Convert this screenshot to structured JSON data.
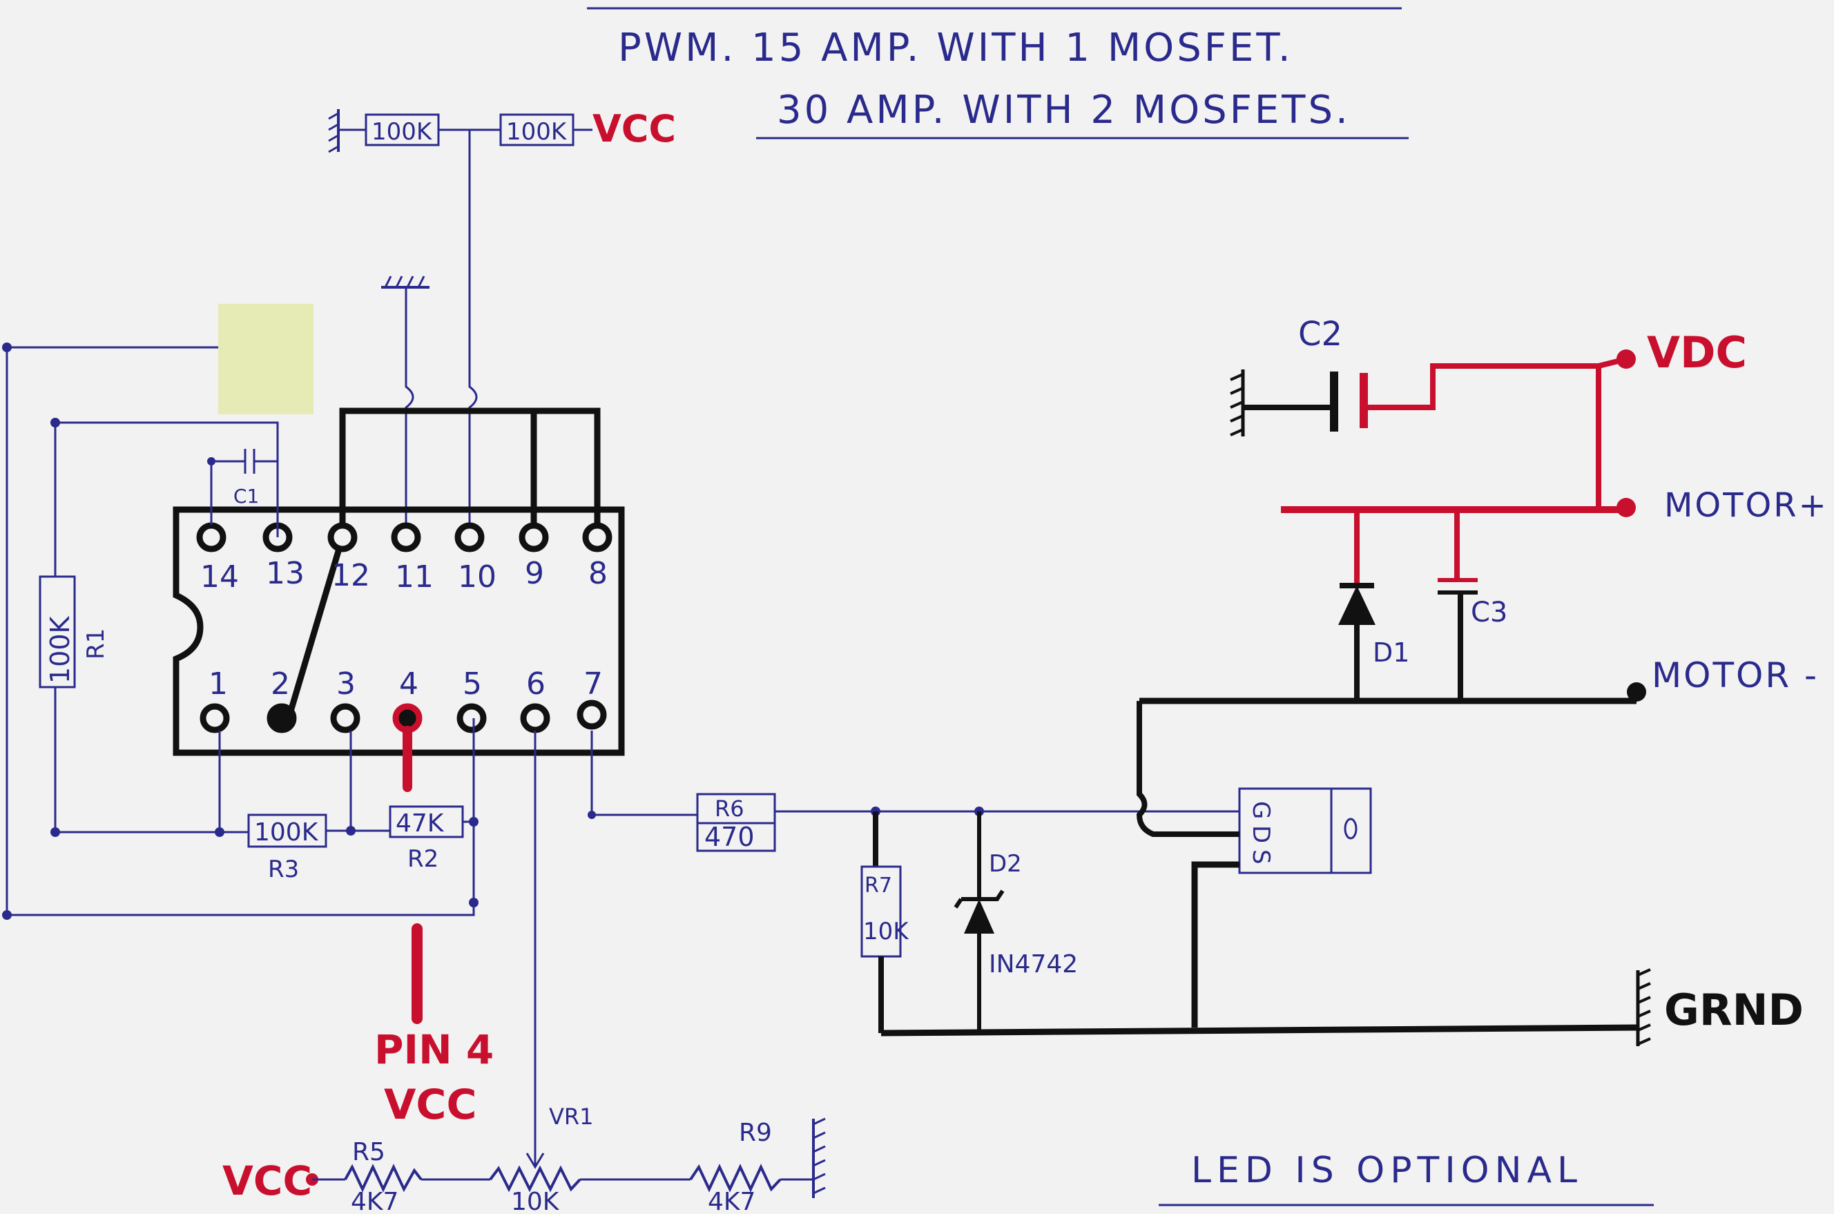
{
  "title": {
    "line1": "PWM. 15 AMP. WITH 1 MOSFET.",
    "line2": "30 AMP. WITH 2 MOSFETS."
  },
  "ic": {
    "top_pins": [
      "14",
      "13",
      "12",
      "11",
      "10",
      "9",
      "8"
    ],
    "bottom_pins": [
      "1",
      "2",
      "3",
      "4",
      "5",
      "6",
      "7"
    ]
  },
  "components": {
    "top_res_left": "100K",
    "top_res_right": "100K",
    "top_vcc": "VCC",
    "c1": "C1",
    "r1_value": "100K",
    "r1_name": "R1",
    "r3_value": "100K",
    "r3_name": "R3",
    "r2_value": "47K",
    "r2_name": "R2",
    "pin4_line1": "PIN 4",
    "pin4_line2": "VCC",
    "r6_name": "R6",
    "r6_value": "470",
    "r7_name": "R7",
    "r7_value": "10K",
    "d2_name": "D2",
    "d2_part": "IN4742",
    "mosfet_g": "G",
    "mosfet_d": "D",
    "mosfet_s": "S",
    "c2": "C2",
    "vdc": "VDC",
    "motor_plus": "MOTOR+",
    "d1": "D1",
    "c3": "C3",
    "motor_minus": "MOTOR -",
    "grnd": "GRND",
    "vcc_bottom": "VCC",
    "r5_name": "R5",
    "r5_value": "4K7",
    "vr1_name": "VR1",
    "vr1_value": "10K",
    "r9_name": "R9",
    "r9_value": "4K7",
    "led_note": "LED IS OPTIONAL"
  },
  "colors": {
    "paper": "#f2f2f2",
    "ink_blue": "#2a2a8c",
    "ink_red": "#c8102e",
    "ink_black": "#111111",
    "sticky_note": "#e6eab5"
  }
}
